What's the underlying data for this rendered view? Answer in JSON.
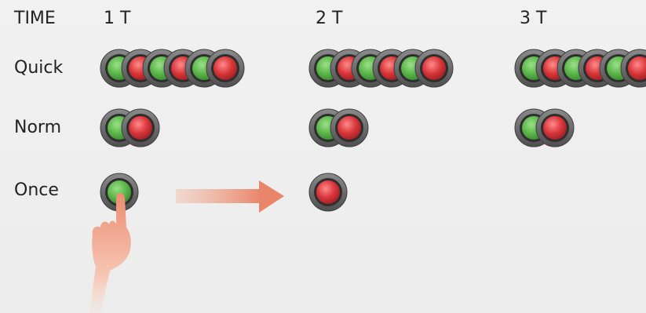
{
  "header": {
    "time_label": "TIME",
    "columns": [
      "1 T",
      "2 T",
      "3 T"
    ]
  },
  "rows": [
    {
      "label": "Quick",
      "cells": [
        [
          "green",
          "red",
          "green",
          "red",
          "green",
          "red"
        ],
        [
          "green",
          "red",
          "green",
          "red",
          "green",
          "red"
        ],
        [
          "green",
          "red",
          "green",
          "red",
          "green",
          "red"
        ]
      ]
    },
    {
      "label": "Norm",
      "cells": [
        [
          "green",
          "red"
        ],
        [
          "green",
          "red"
        ],
        [
          "green",
          "red"
        ]
      ]
    },
    {
      "label": "Once",
      "cells": [
        [
          "green"
        ],
        [
          "red"
        ],
        []
      ]
    }
  ],
  "colors": {
    "green": "#5cb74a",
    "red": "#d9363a",
    "ring": "#6b6b6b",
    "arrow": "#e9866a",
    "hand": "#f0a58a"
  }
}
